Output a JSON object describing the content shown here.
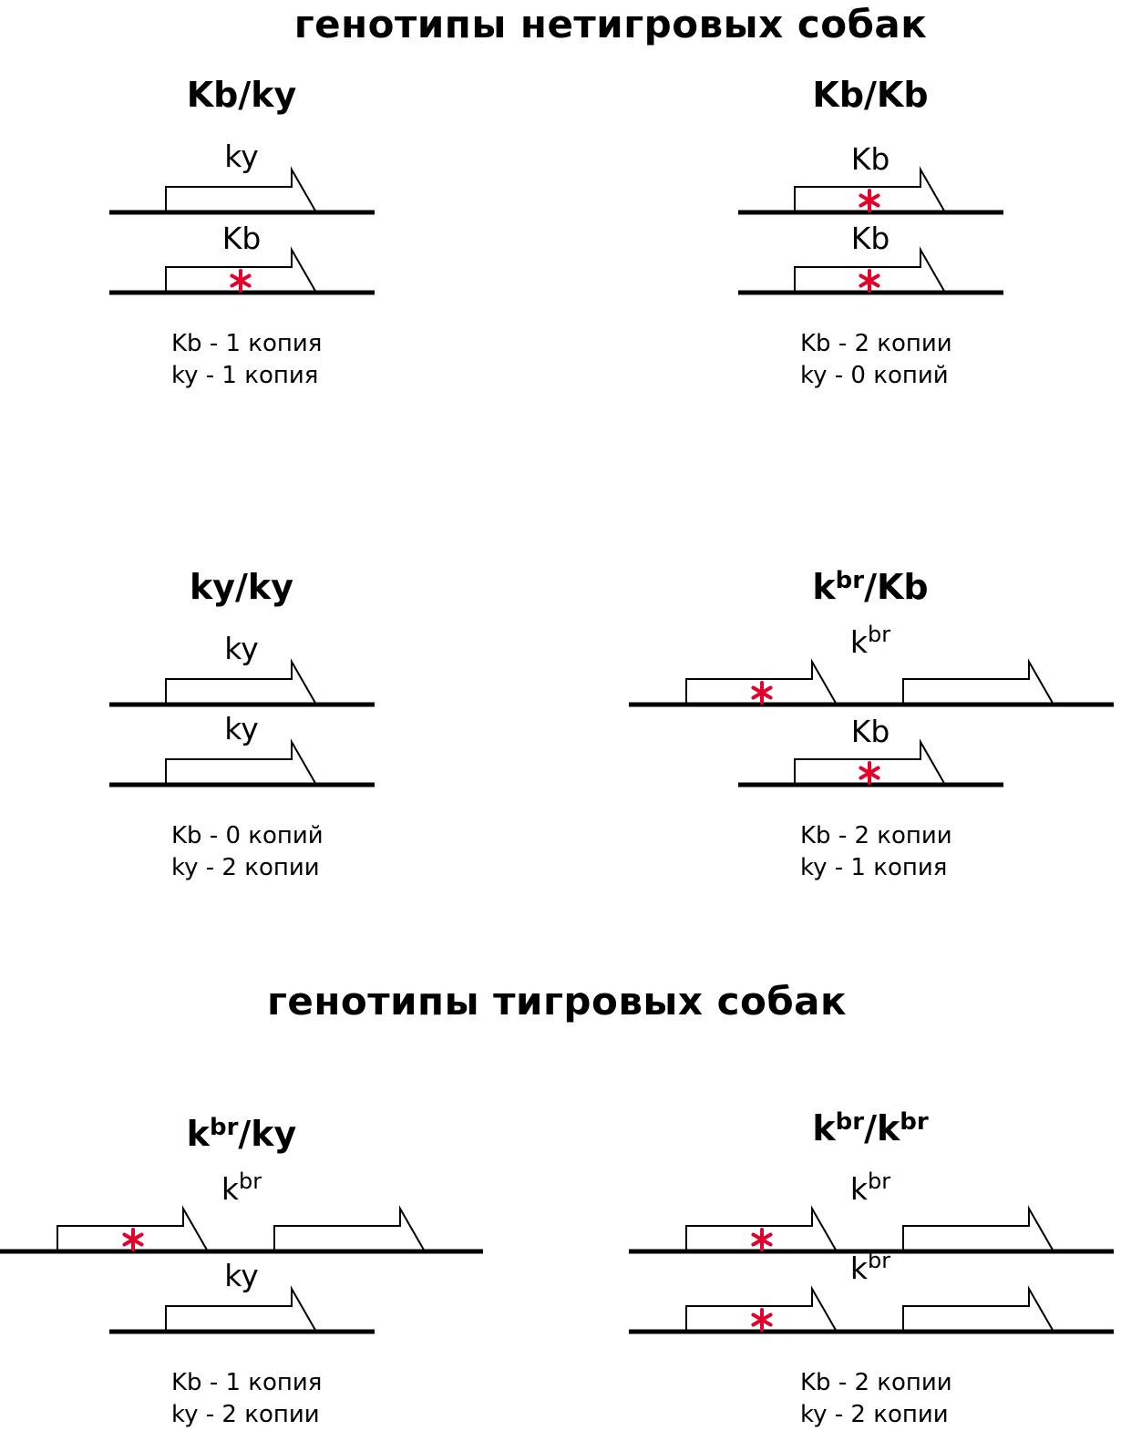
{
  "sections": {
    "non_brindle_title": "генотипы нетигровых собак",
    "brindle_title": "генотипы тигровых собак"
  },
  "panels": [
    {
      "genotype": {
        "base": "Kb/ky"
      },
      "alleles": [
        {
          "label": "ky"
        },
        {
          "label": "Kb"
        }
      ],
      "counts": [
        "Kb - 1 копия",
        "ky - 1 копия"
      ]
    },
    {
      "genotype": {
        "base": "Kb/Kb"
      },
      "alleles": [
        {
          "label": "Kb"
        },
        {
          "label": "Kb"
        }
      ],
      "counts": [
        "Kb - 2 копии",
        "ky - 0 копий"
      ]
    },
    {
      "genotype": {
        "base": "ky/ky"
      },
      "alleles": [
        {
          "label": "ky"
        },
        {
          "label": "ky"
        }
      ],
      "counts": [
        "Kb - 0 копий",
        "ky - 2 копии"
      ]
    },
    {
      "genotype": {
        "pre": "k",
        "sup": "br",
        "post": "/Kb"
      },
      "alleles": [
        {
          "label": "k",
          "sup": "br"
        },
        {
          "label": "Kb"
        }
      ],
      "counts": [
        "Kb - 2 копии",
        "ky - 1 копия"
      ]
    },
    {
      "genotype": {
        "pre": "k",
        "sup": "br",
        "post": "/ky"
      },
      "alleles": [
        {
          "label": "k",
          "sup": "br"
        },
        {
          "label": "ky"
        }
      ],
      "counts": [
        "Kb - 1 копия",
        "ky - 2 копии"
      ]
    },
    {
      "genotype": {
        "pre": "k",
        "sup": "br",
        "post": "/k",
        "sup2": "br"
      },
      "alleles": [
        {
          "label": "k",
          "sup": "br"
        },
        {
          "label": "k",
          "sup": "br"
        }
      ],
      "counts": [
        "Kb - 2 копии",
        "ky - 2 копии"
      ]
    }
  ],
  "colors": {
    "line": "#000000",
    "mutation": "#e4002b"
  }
}
